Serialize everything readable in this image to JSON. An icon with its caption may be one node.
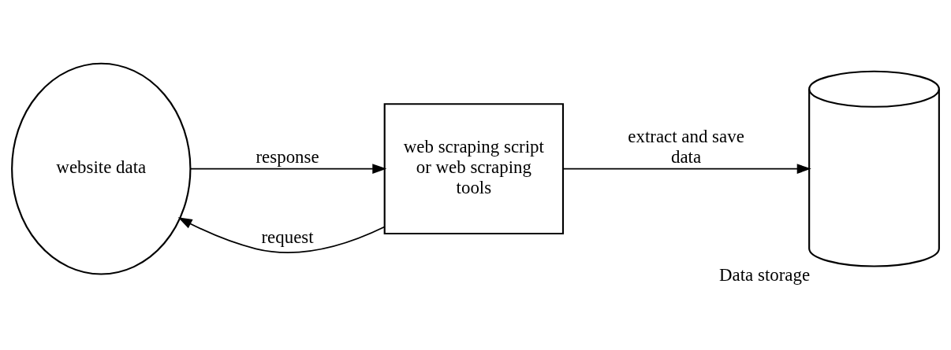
{
  "diagram": {
    "nodes": [
      {
        "text": [
          "website data"
        ]
      },
      {
        "text": [
          "web scraping script or web scraping tools"
        ]
      },
      {
        "text": [],
        "shape": "cylinder",
        "beside": [
          "Data storage"
        ]
      }
    ],
    "edges": [
      {
        "from": 1,
        "to": 0,
        "arrow": "to",
        "label": "request"
      },
      {
        "from": 0,
        "to": 1,
        "arrow": "to",
        "label": "response"
      },
      {
        "from": 1,
        "to": 2,
        "arrow": "to",
        "label": "extract and save data"
      }
    ]
  }
}
